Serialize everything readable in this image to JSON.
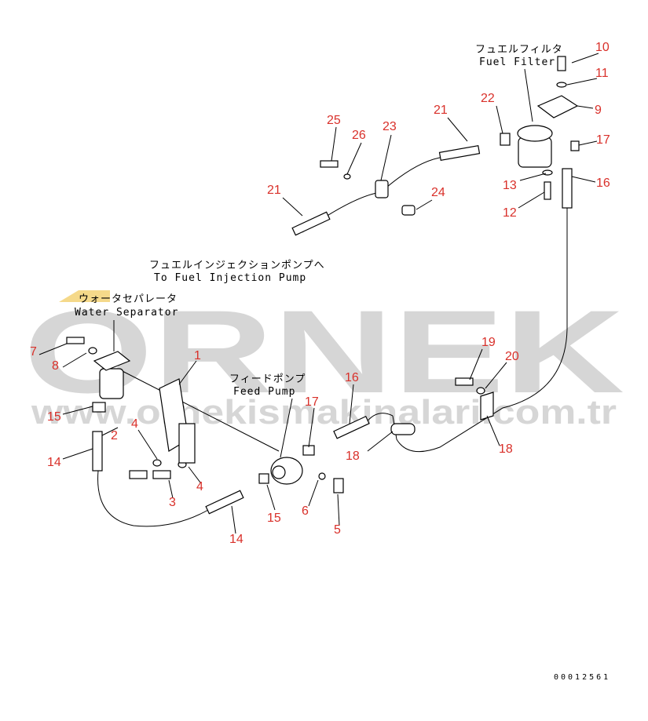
{
  "watermark": {
    "brand": "ORNEK",
    "url": "www.ornekismakinalari.com.tr"
  },
  "labels": {
    "fuel_filter_jp": "フュエルフィルタ",
    "fuel_filter_en": "Fuel Filter",
    "injection_pump_jp": "フュエルインジェクションポンプへ",
    "injection_pump_en": "To Fuel Injection Pump",
    "water_separator_jp": "ウォータセパレータ",
    "water_separator_en": "Water Separator",
    "feed_pump_jp": "フィードポンプ",
    "feed_pump_en": "Feed Pump"
  },
  "callouts": [
    "10",
    "11",
    "9",
    "22",
    "21",
    "17",
    "16",
    "13",
    "12",
    "25",
    "26",
    "23",
    "21",
    "24",
    "7",
    "8",
    "1",
    "19",
    "20",
    "15",
    "4",
    "17",
    "16",
    "2",
    "18",
    "18",
    "14",
    "4",
    "3",
    "15",
    "6",
    "5",
    "14"
  ],
  "drawing_code": "00012561",
  "colors": {
    "callout": "#d9302a",
    "watermark": "#d6d6d6"
  }
}
